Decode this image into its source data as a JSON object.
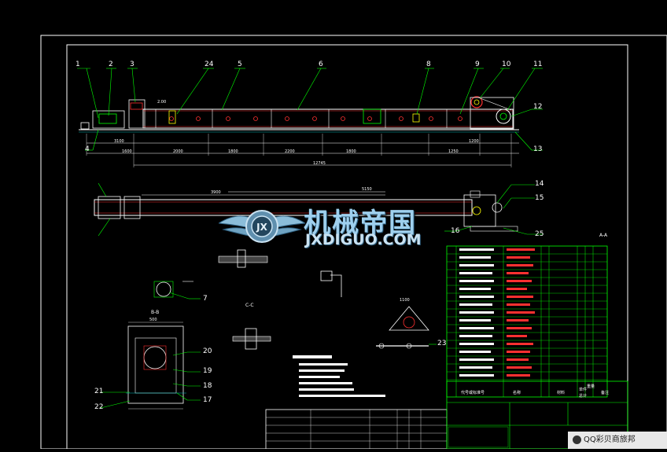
{
  "part_numbers": [
    "1",
    "2",
    "3",
    "4",
    "24",
    "5",
    "6",
    "8",
    "9",
    "10",
    "11",
    "12",
    "13",
    "14",
    "15",
    "16",
    "25",
    "7",
    "20",
    "19",
    "18",
    "17",
    "21",
    "22",
    "23"
  ],
  "dimensions": [
    "2.00",
    "3100",
    "1600",
    "2000",
    "1800",
    "2200",
    "1800",
    "1250",
    "1200",
    "12745",
    "3900",
    "5150",
    "500",
    "1100"
  ],
  "view_labels": [
    "B-B",
    "C-C",
    "A-A"
  ],
  "watermark": {
    "cn": "机械帝国",
    "en": "JXDIGUO.COM",
    "emblem": "JX"
  },
  "title_block": {
    "labels": [
      "代号或标准号",
      "名称",
      "材料",
      "单件",
      "总计",
      "备注",
      "重量"
    ]
  },
  "taskbar": {
    "text": "QQ彩贝商旅邦"
  }
}
